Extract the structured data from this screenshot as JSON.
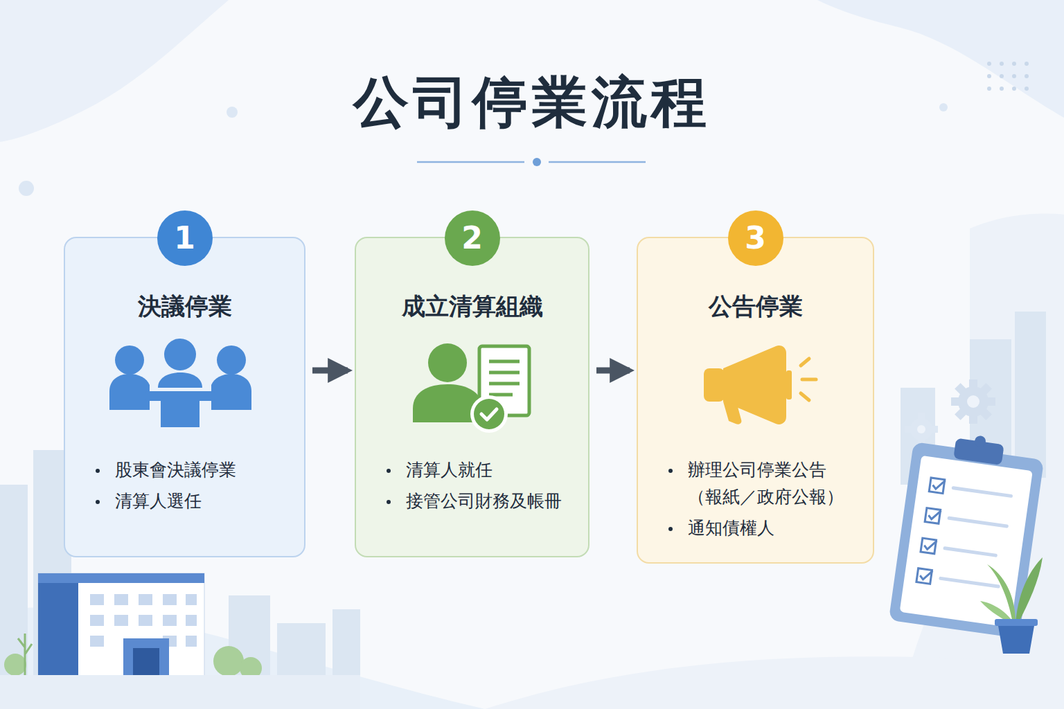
{
  "diagram": {
    "title": "公司停業流程",
    "nodes": [
      {
        "text": [
          "1",
          "決議停業",
          "股東會決議停業",
          "清算人選任"
        ]
      },
      {
        "text": [
          "2",
          "成立清算組織",
          "清算人就任",
          "接管公司財務及帳冊"
        ]
      },
      {
        "text": [
          "3",
          "公告停業",
          "辦理公司停業公告 （報紙／政府公報）",
          "通知債權人"
        ]
      }
    ],
    "edges": [
      {
        "from": 0,
        "to": 1,
        "arrow": "to"
      },
      {
        "from": 1,
        "to": 2,
        "arrow": "to"
      }
    ]
  }
}
